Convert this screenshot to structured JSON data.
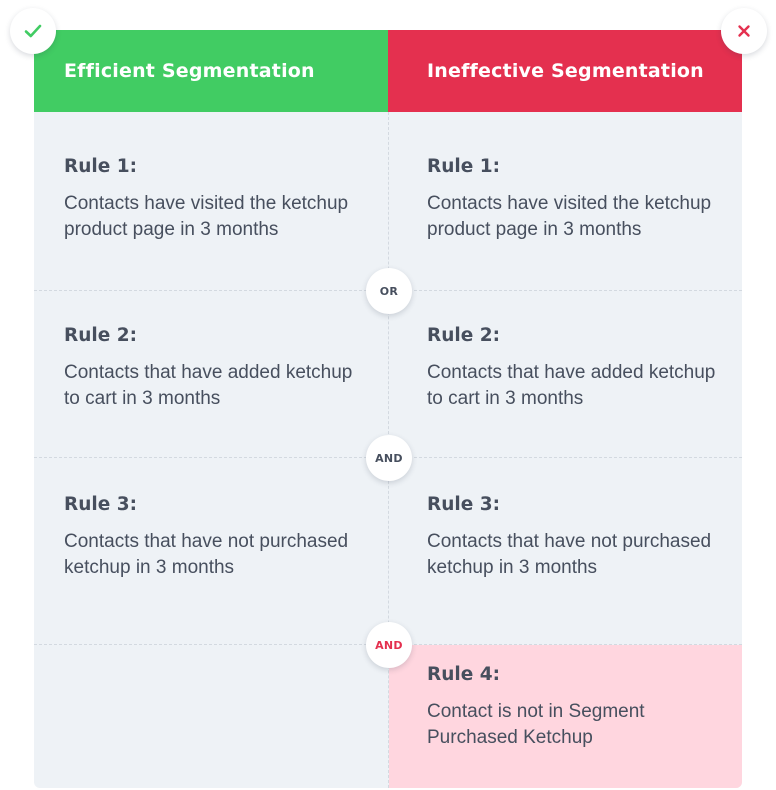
{
  "colors": {
    "efficient": "#41cc63",
    "ineffective": "#e4304f",
    "panel_bg": "#eef2f6",
    "highlight_bg": "#ffd6df",
    "text": "#474f5e"
  },
  "icons": {
    "left": "check-icon",
    "right": "close-icon"
  },
  "columns": {
    "left": {
      "header": "Efficient Segmentation",
      "rules": [
        {
          "title": "Rule 1:",
          "text": "Contacts have visited the ketchup product page in 3 months"
        },
        {
          "title": "Rule 2:",
          "text": "Contacts that have added ketchup to cart in 3 months"
        },
        {
          "title": "Rule 3:",
          "text": "Contacts that have not purchased ketchup in 3 months"
        }
      ]
    },
    "right": {
      "header": "Ineffective Segmentation",
      "rules": [
        {
          "title": "Rule 1:",
          "text": "Contacts have visited the ketchup product page in 3 months"
        },
        {
          "title": "Rule 2:",
          "text": "Contacts that have added ketchup to cart in 3 months"
        },
        {
          "title": "Rule 3:",
          "text": "Contacts that have not purchased ketchup in 3 months"
        },
        {
          "title": "Rule 4:",
          "text": "Contact is not in Segment Purchased Ketchup"
        }
      ]
    }
  },
  "connectors": [
    {
      "label": "OR",
      "color": "#474f5e"
    },
    {
      "label": "AND",
      "color": "#474f5e"
    },
    {
      "label": "AND",
      "color": "#e4304f"
    }
  ]
}
